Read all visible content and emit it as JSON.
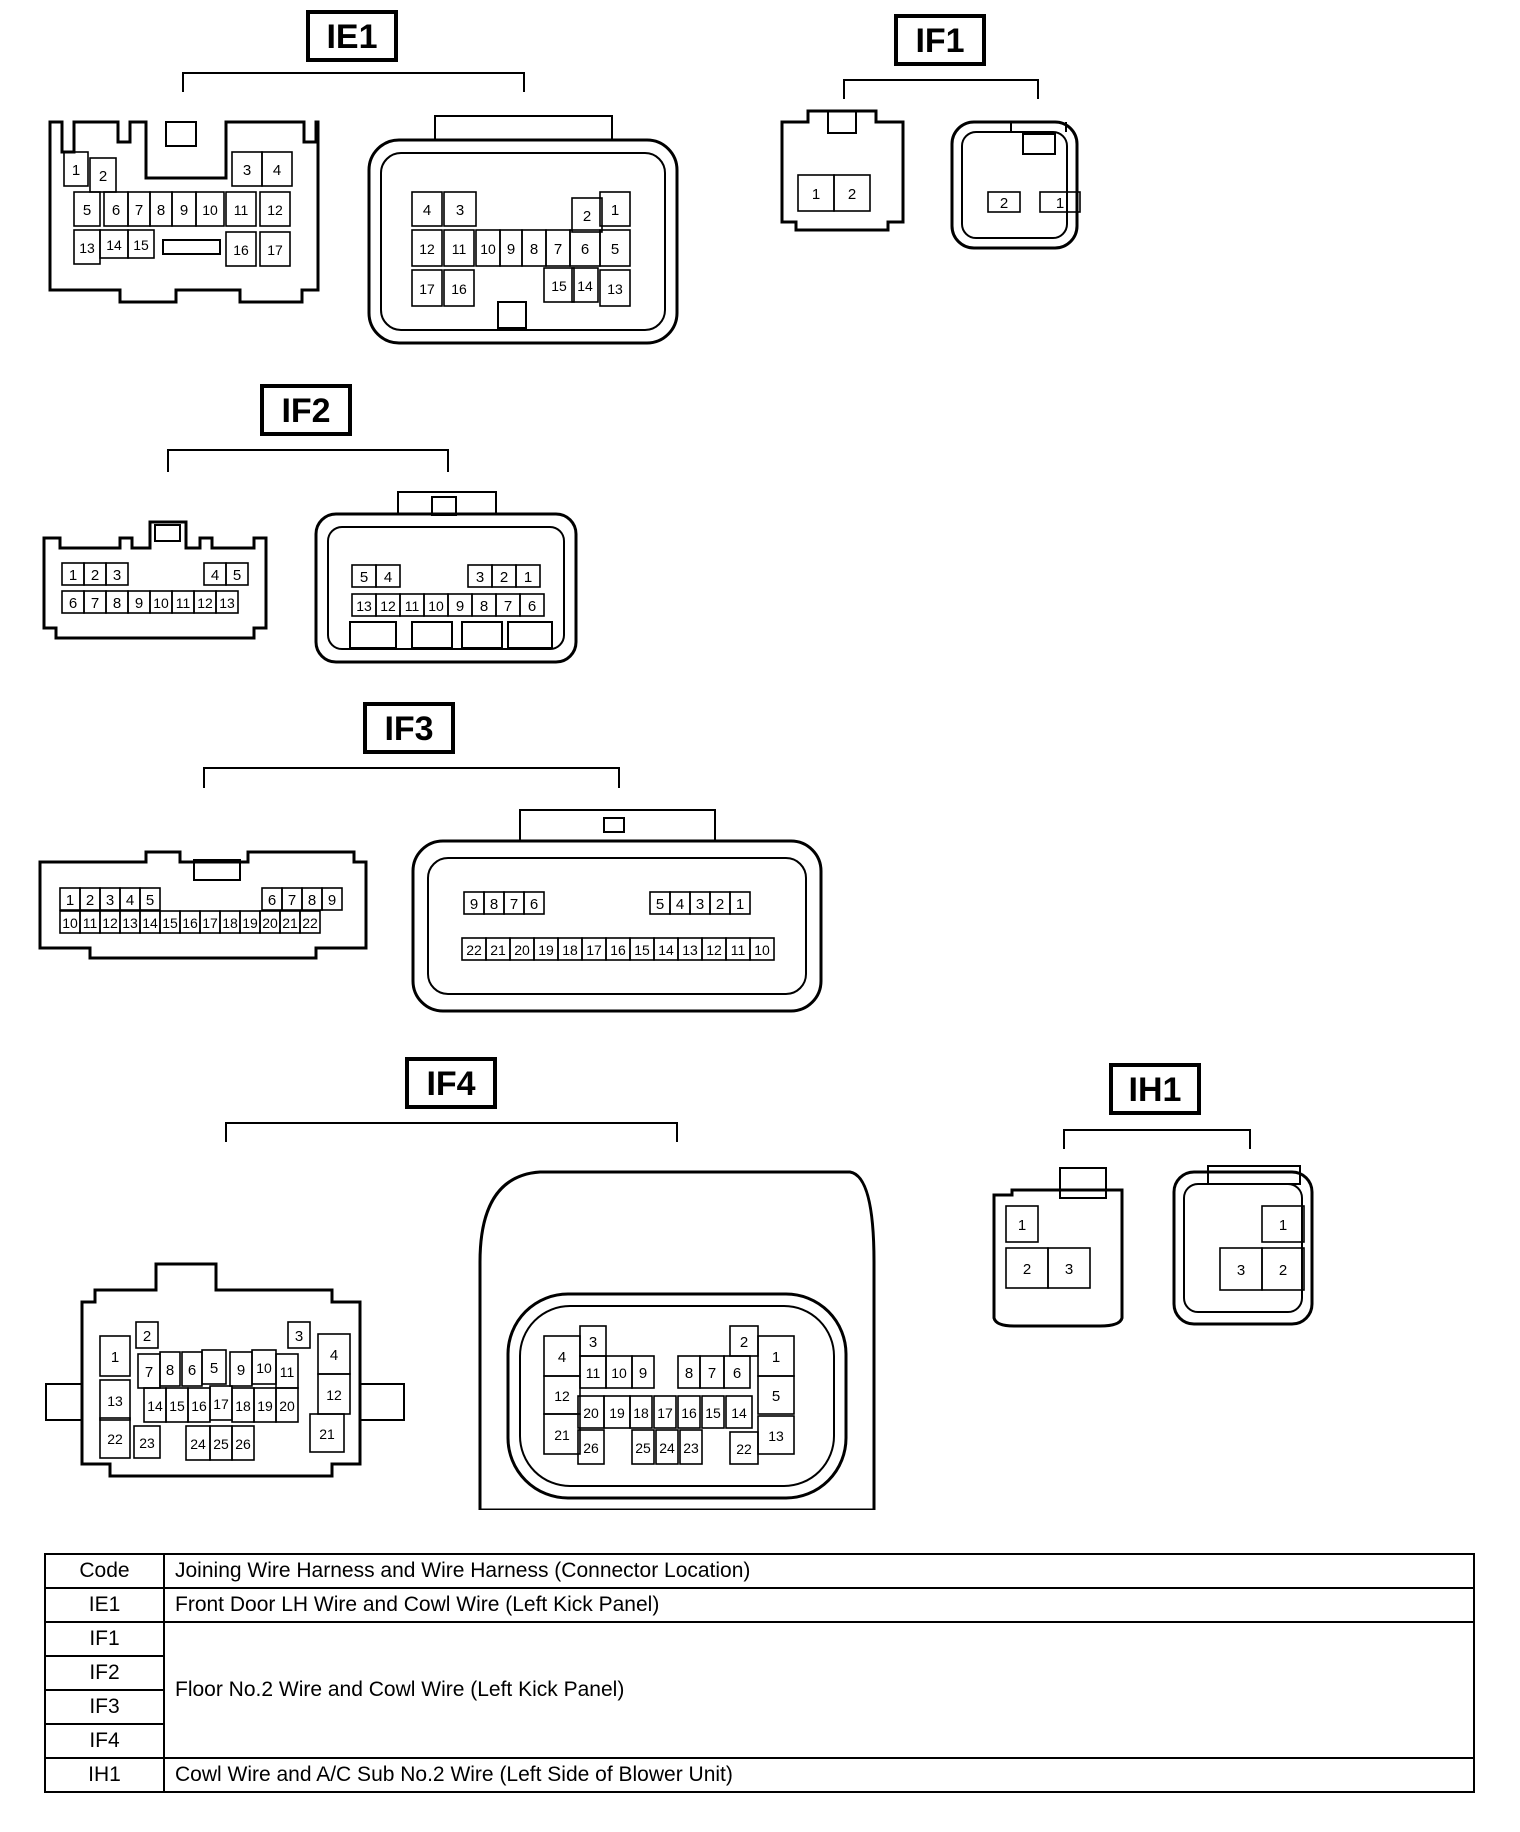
{
  "groups": [
    {
      "code": "IE1",
      "pins_a": [
        "1",
        "2",
        "3",
        "4",
        "5",
        "6",
        "7",
        "8",
        "9",
        "10",
        "11",
        "12",
        "13",
        "14",
        "15",
        "16",
        "17"
      ],
      "pins_b": [
        "4",
        "3",
        "2",
        "1",
        "12",
        "11",
        "10",
        "9",
        "8",
        "7",
        "6",
        "5",
        "17",
        "16",
        "15",
        "14",
        "13"
      ]
    },
    {
      "code": "IF1",
      "pins_a": [
        "1",
        "2"
      ],
      "pins_b": [
        "2",
        "1"
      ]
    },
    {
      "code": "IF2",
      "pins_a": [
        "1",
        "2",
        "3",
        "4",
        "5",
        "6",
        "7",
        "8",
        "9",
        "10",
        "11",
        "12",
        "13"
      ],
      "pins_b": [
        "5",
        "4",
        "3",
        "2",
        "1",
        "13",
        "12",
        "11",
        "10",
        "9",
        "8",
        "7",
        "6"
      ]
    },
    {
      "code": "IF3",
      "pins_a": [
        "1",
        "2",
        "3",
        "4",
        "5",
        "6",
        "7",
        "8",
        "9",
        "10",
        "11",
        "12",
        "13",
        "14",
        "15",
        "16",
        "17",
        "18",
        "19",
        "20",
        "21",
        "22"
      ],
      "pins_b": [
        "9",
        "8",
        "7",
        "6",
        "5",
        "4",
        "3",
        "2",
        "1",
        "22",
        "21",
        "20",
        "19",
        "18",
        "17",
        "16",
        "15",
        "14",
        "13",
        "12",
        "11",
        "10"
      ]
    },
    {
      "code": "IF4",
      "pins_a": [
        "1",
        "2",
        "3",
        "4",
        "5",
        "6",
        "7",
        "8",
        "9",
        "10",
        "11",
        "12",
        "13",
        "14",
        "15",
        "16",
        "17",
        "18",
        "19",
        "20",
        "21",
        "22",
        "23",
        "24",
        "25",
        "26"
      ],
      "pins_b": [
        "4",
        "3",
        "2",
        "1",
        "11",
        "10",
        "9",
        "8",
        "7",
        "6",
        "12",
        "5",
        "20",
        "19",
        "18",
        "17",
        "16",
        "15",
        "14",
        "21",
        "13",
        "26",
        "25",
        "24",
        "23",
        "22"
      ]
    },
    {
      "code": "IH1",
      "pins_a": [
        "1",
        "2",
        "3"
      ],
      "pins_b": [
        "1",
        "3",
        "2"
      ]
    }
  ],
  "legend": {
    "header": {
      "code": "Code",
      "desc": "Joining Wire Harness and Wire Harness (Connector Location)"
    },
    "rows": [
      {
        "code": "IE1",
        "desc": "Front Door LH Wire and Cowl Wire (Left Kick Panel)"
      },
      {
        "code": "IF1",
        "desc": "Floor No.2 Wire and Cowl Wire (Left Kick Panel)"
      },
      {
        "code": "IF2",
        "desc": ""
      },
      {
        "code": "IF3",
        "desc": ""
      },
      {
        "code": "IF4",
        "desc": ""
      },
      {
        "code": "IH1",
        "desc": "Cowl Wire and A/C Sub No.2 Wire (Left Side of Blower Unit)"
      }
    ]
  }
}
